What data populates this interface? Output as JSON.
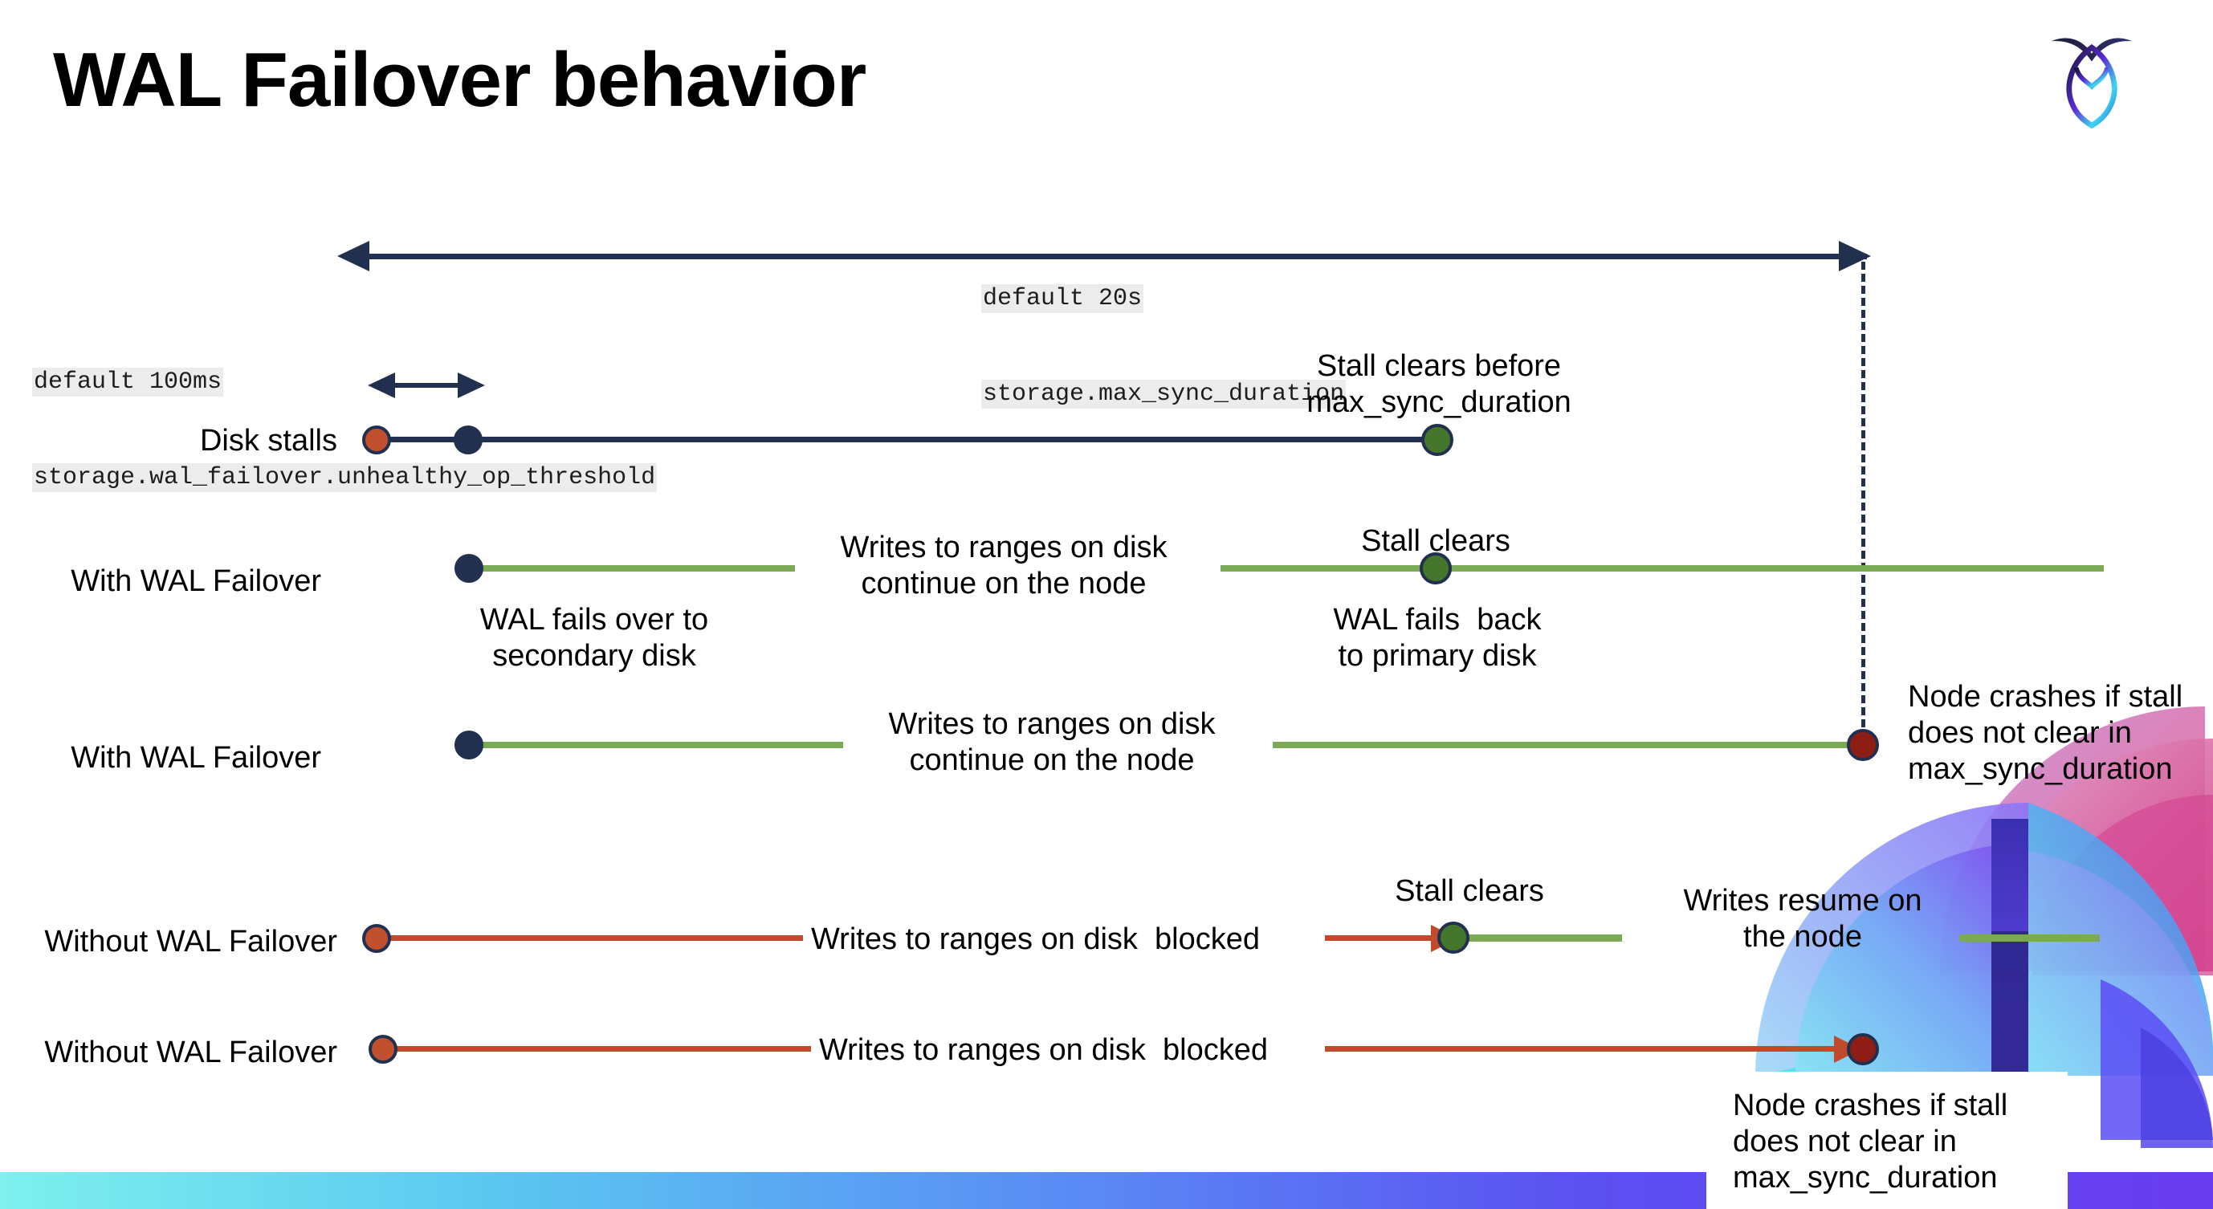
{
  "slide": {
    "title": "WAL Failover behavior",
    "logo_name": "cockroachdb-logo"
  },
  "annotations": {
    "max_sync": {
      "line1": "default 20s",
      "line2": "storage.max_sync_duration"
    },
    "unhealthy": {
      "line1": "default 100ms",
      "line2": "storage.wal_failover.unhealthy_op_threshold"
    }
  },
  "rows": [
    {
      "label": "Disk stalls",
      "notes": [
        "Stall clears before\nmax_sync_duration"
      ]
    },
    {
      "label": "With WAL Failover",
      "notes": [
        "Writes to ranges on disk\ncontinue on the node",
        "Stall clears",
        "WAL fails over to\nsecondary disk",
        "WAL fails  back\nto primary disk"
      ]
    },
    {
      "label": "With WAL Failover",
      "notes": [
        "Writes to ranges on disk\ncontinue on the node",
        "Node crashes if stall\ndoes not clear in\nmax_sync_duration"
      ]
    },
    {
      "label": "Without WAL Failover",
      "notes": [
        "Writes to ranges on disk  blocked",
        "Stall clears",
        "Writes resume on\nthe node"
      ]
    },
    {
      "label": "Without WAL Failover",
      "notes": [
        "Writes to ranges on disk  blocked",
        "Node crashes if stall\ndoes not clear in\nmax_sync_duration"
      ]
    }
  ],
  "colors": {
    "navy": "#22304f",
    "green_line": "#7aaa55",
    "green_dot": "#44772c",
    "orange_line": "#c04a2b",
    "orange_dot": "#c1502e",
    "dark_red_dot": "#8e1d16",
    "code_highlight": "#ececec"
  }
}
